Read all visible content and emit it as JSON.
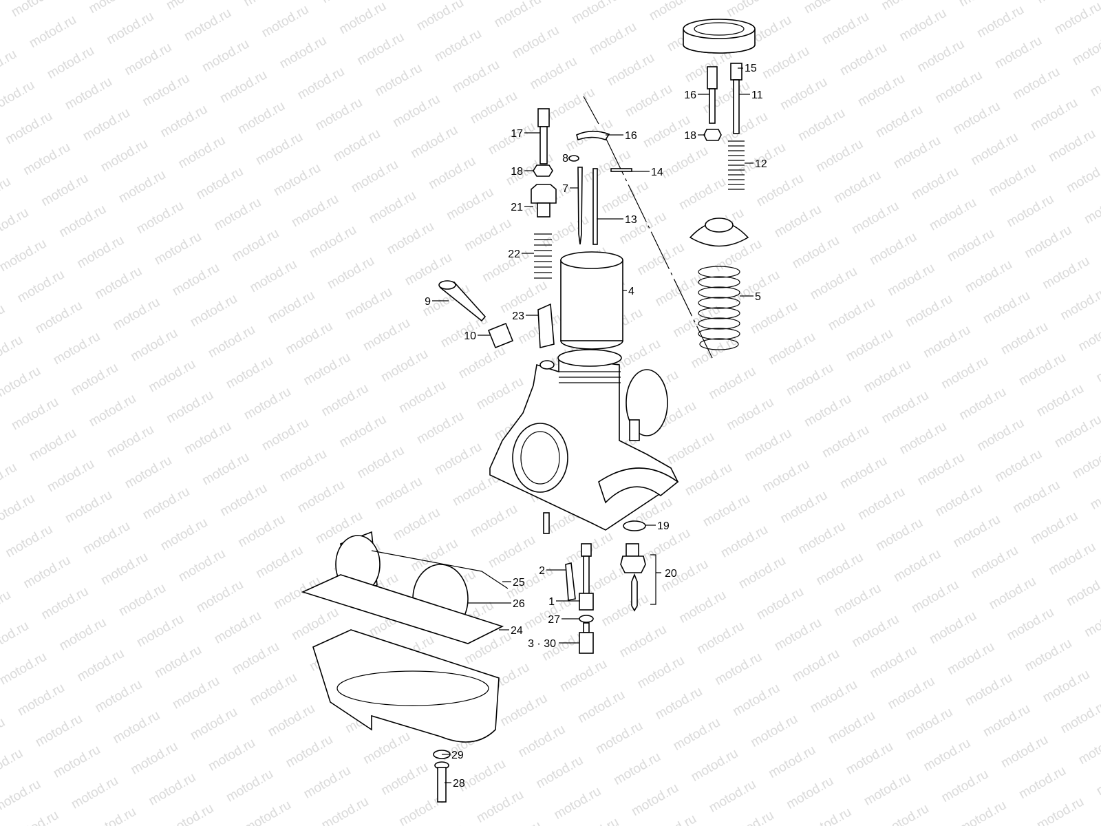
{
  "watermark": "motod.ru",
  "labels": [
    "15",
    "16",
    "11",
    "18",
    "12",
    "5",
    "17",
    "16",
    "8",
    "14",
    "7",
    "18",
    "21",
    "13",
    "22",
    "4",
    "9",
    "23",
    "10",
    "19",
    "2",
    "20",
    "25",
    "1",
    "26",
    "27",
    "24",
    "3 · 30",
    "29",
    "28"
  ],
  "colors": {
    "line": "#000000",
    "watermark": "#d9d9d9",
    "background": "#ffffff"
  }
}
